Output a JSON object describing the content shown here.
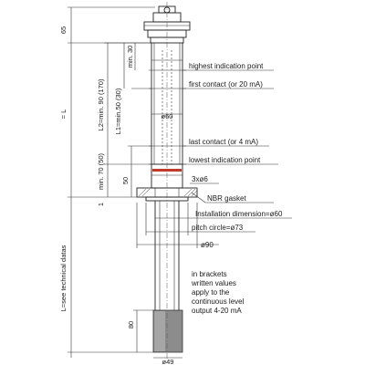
{
  "dimensions": {
    "top_height": "65",
    "total_length": "= L",
    "min30": "min. 30",
    "l2": "L2=min. 90 (170)",
    "l1": "L1=min.50 (30)",
    "min70": "min. 70 (50)",
    "d50": "50",
    "d1": "1",
    "bottom_length": "L=see technical datas",
    "float_height": "80",
    "diam60": "ø60",
    "diam49": "ø49"
  },
  "callouts": {
    "highest": "highest indication point",
    "first_contact": "first contact (or 20 mA)",
    "last_contact": "last contact (or 4 mA)",
    "lowest": "lowest indication point",
    "holes": "3xø6",
    "gasket": "NBR gasket",
    "installation": "Installation dimension=ø60",
    "pitch": "pitch circle=ø73",
    "flange_diam": "ø90"
  },
  "note": {
    "lines": [
      "in brackets",
      "written values",
      "apply to the",
      "continuous level",
      "output 4-20 mA"
    ]
  },
  "colors": {
    "line": "#222222",
    "accent_red": "#c0392b"
  }
}
